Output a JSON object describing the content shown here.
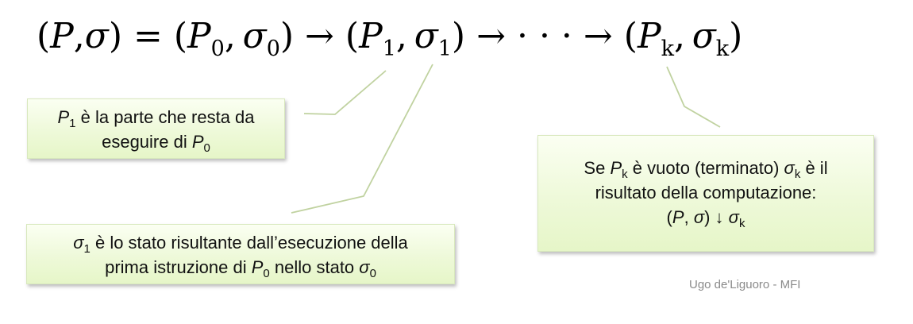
{
  "formula": {
    "P": "P",
    "sigma": "σ",
    "s0": "0",
    "s1": "1",
    "sk": "k",
    "open": "(",
    "close": ")",
    "comma": ",",
    "equals": "=",
    "arrow": "→",
    "dots": "· · ·"
  },
  "box1": {
    "sym": "P",
    "sub": "1",
    "text": "è la parte che resta da",
    "line2": "eseguire di",
    "sym2": "P",
    "sub2": "0"
  },
  "box2": {
    "sym": "σ",
    "sub": "1",
    "text": "è lo stato risultante dall’esecuzione della",
    "line2": "prima istruzione di",
    "sym2": "P",
    "sub2": "0",
    "mid": "nello stato",
    "sym3": "σ",
    "sub3": "0"
  },
  "box3": {
    "t1": "Se",
    "sym": "P",
    "sub": "k",
    "t2": "è vuoto (terminato)",
    "sym2": "σ",
    "sub2": "k",
    "t3": "è il",
    "line2": "risultato della computazione:",
    "open": "(",
    "P": "P",
    "comma": ",",
    "sigma": "σ",
    "close": ")",
    "arrow": "↓",
    "sym3": "σ",
    "sub3": "k"
  },
  "footer": {
    "credit": "Ugo de'Liguoro - MFI"
  }
}
